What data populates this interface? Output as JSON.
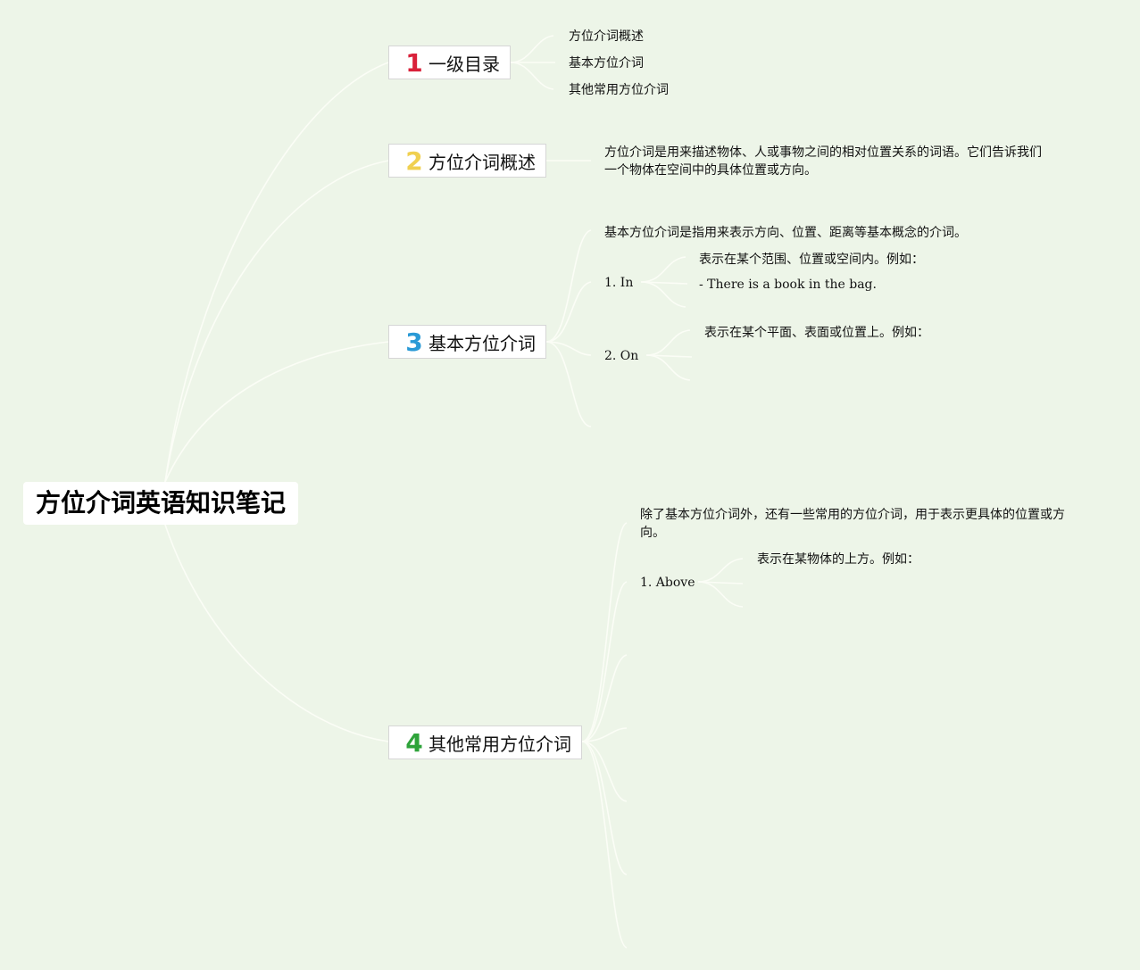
{
  "root": {
    "title": "方位介词英语知识笔记"
  },
  "topics": [
    {
      "num": "1",
      "label": "一级目录",
      "color": "#d9213a"
    },
    {
      "num": "2",
      "label": "方位介词概述",
      "color": "#f0d050"
    },
    {
      "num": "3",
      "label": "基本方位介词",
      "color": "#2a9ad6"
    },
    {
      "num": "4",
      "label": "其他常用方位介词",
      "color": "#2ea33a"
    }
  ],
  "toc": [
    "方位介词概述",
    "基本方位介词",
    "其他常用方位介词"
  ],
  "overview": {
    "line1": "方位介词是用来描述物体、人或事物之间的相对位置关系的词语。它们告诉我们",
    "line2": "一个物体在空间中的具体位置或方向。"
  },
  "basic": {
    "intro": "基本方位介词是指用来表示方向、位置、距离等基本概念的介词。",
    "in": {
      "label": "1. In",
      "desc": "表示在某个范围、位置或空间内。例如：",
      "example": "- There is a book in the bag."
    },
    "on": {
      "label": "2. On",
      "desc": "表示在某个平面、表面或位置上。例如："
    }
  },
  "other": {
    "intro1": "除了基本方位介词外，还有一些常用的方位介词，用于表示更具体的位置或方",
    "intro2": "向。",
    "above": {
      "label": "1. Above",
      "desc": "表示在某物体的上方。例如："
    }
  },
  "colors": {
    "background": "#edf5e8",
    "link": "#fbfdf6"
  }
}
